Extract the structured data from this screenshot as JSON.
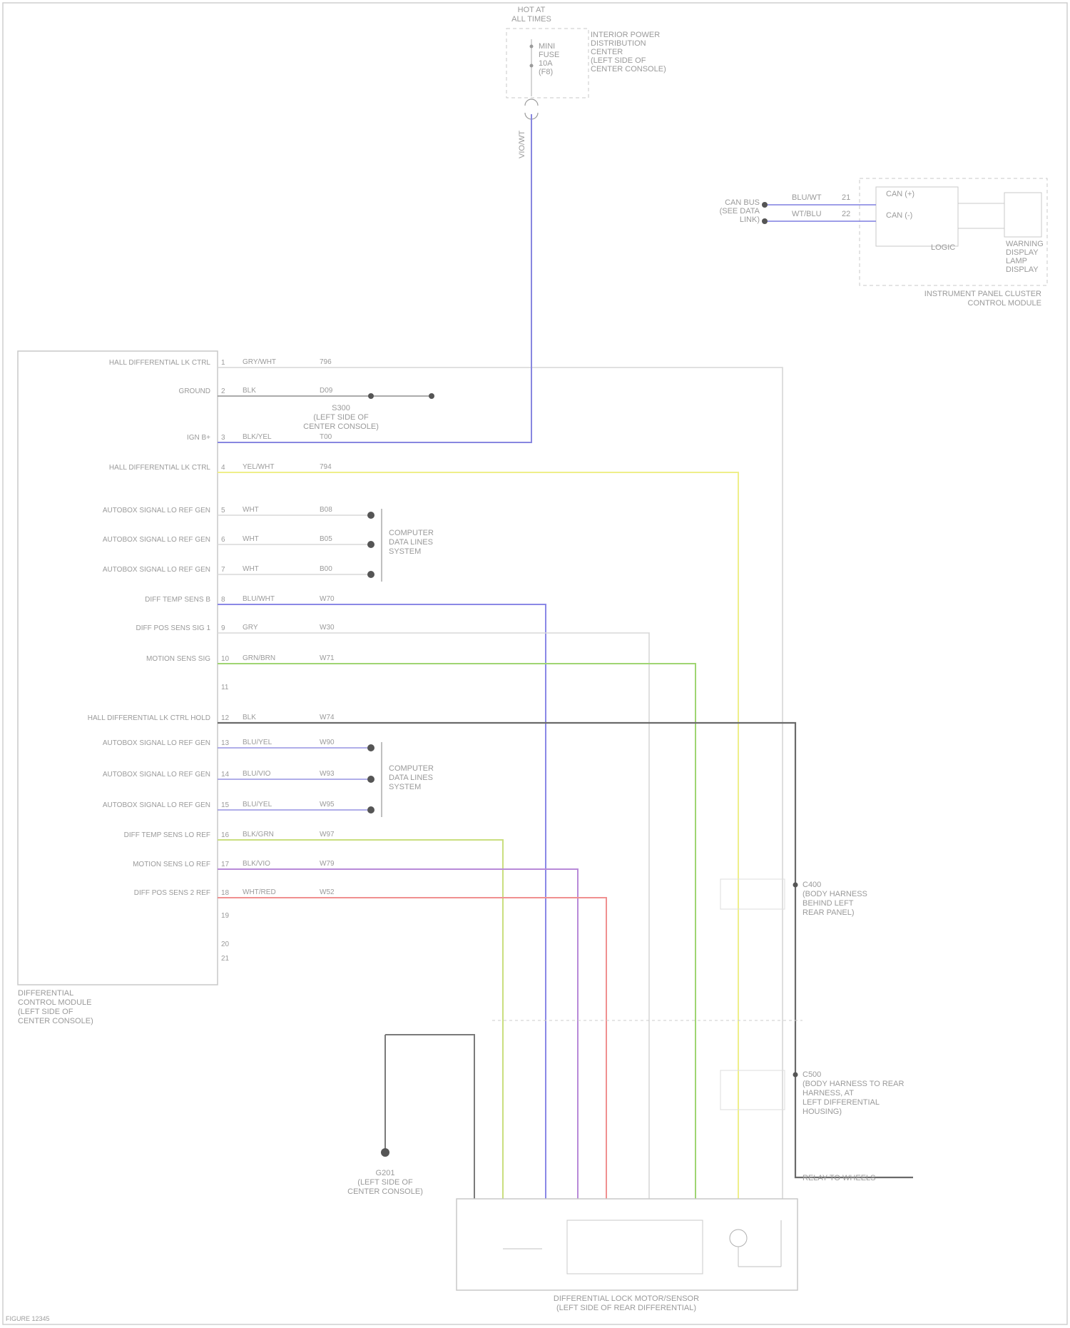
{
  "colors": {
    "frame": "#c9c9c9",
    "text": "#9a9a9a",
    "wire_gray": "#d0d0d0",
    "wire_violet": "#7f7ee0",
    "wire_yellow": "#eeee88",
    "wire_green": "#9bd46e",
    "wire_ygreen": "#c8dd7a",
    "wire_black": "#6e6e6e",
    "wire_purple": "#b487d8",
    "wire_red": "#ef8d8d",
    "wire_light": "#e0e0e0"
  },
  "fuse_block": {
    "title_lines": [
      "HOT AT",
      "ALL TIMES"
    ],
    "fuse_lines": [
      "MINI",
      "FUSE",
      "10A",
      "(F8)"
    ],
    "desc_lines": [
      "INTERIOR POWER",
      "DISTRIBUTION",
      "CENTER",
      "(LEFT SIDE OF",
      "CENTER CONSOLE)"
    ],
    "wire_color": "VIO/WT"
  },
  "cluster": {
    "bus_label_lines": [
      "CAN BUS",
      "(SEE DATA",
      "LINK)"
    ],
    "wires": [
      "BLU/WT",
      "WT/BLU"
    ],
    "pins": [
      "21",
      "22"
    ],
    "inner_lines": [
      "CAN (+)",
      "CAN (-)"
    ],
    "logic_label": "LOGIC",
    "display_lines": [
      "WARNING",
      "DISPLAY",
      "LAMP",
      "DISPLAY"
    ],
    "module_lines": [
      "INSTRUMENT PANEL CLUSTER",
      "CONTROL MODULE"
    ]
  },
  "module": {
    "name_lines": [
      "DIFFERENTIAL",
      "CONTROL MODULE",
      "(LEFT SIDE OF",
      "CENTER CONSOLE)"
    ],
    "pins": [
      {
        "label": "HALL DIFFERENTIAL LK CTRL",
        "pin": "1",
        "color": "GRY/WHT",
        "code": "796"
      },
      {
        "label": "GROUND",
        "pin": "2",
        "color": "BLK",
        "code": "D09"
      },
      {
        "label": "IGN B+",
        "pin": "3",
        "color": "BLK/YEL",
        "code": "T00"
      },
      {
        "label": "HALL DIFFERENTIAL LK CTRL",
        "pin": "4",
        "color": "YEL/WHT",
        "code": "794"
      },
      {
        "label": "AUTOBOX SIGNAL LO REF GEN",
        "pin": "5",
        "color": "WHT",
        "code": "B08"
      },
      {
        "label": "AUTOBOX SIGNAL LO REF GEN",
        "pin": "6",
        "color": "WHT",
        "code": "B05"
      },
      {
        "label": "AUTOBOX SIGNAL LO REF GEN",
        "pin": "7",
        "color": "WHT",
        "code": "B00"
      },
      {
        "label": "DIFF TEMP SENS B",
        "pin": "8",
        "color": "BLU/WHT",
        "code": "W70"
      },
      {
        "label": "DIFF POS SENS SIG 1",
        "pin": "9",
        "color": "GRY",
        "code": "W30"
      },
      {
        "label": "MOTION SENS SIG",
        "pin": "10",
        "color": "GRN/BRN",
        "code": "W71"
      },
      {
        "label": "",
        "pin": "11",
        "color": "",
        "code": ""
      },
      {
        "label": "HALL DIFFERENTIAL LK CTRL HOLD",
        "pin": "12",
        "color": "BLK",
        "code": "W74"
      },
      {
        "label": "AUTOBOX SIGNAL LO REF GEN",
        "pin": "13",
        "color": "BLU/YEL",
        "code": "W90"
      },
      {
        "label": "AUTOBOX SIGNAL LO REF GEN",
        "pin": "14",
        "color": "BLU/VIO",
        "code": "W93"
      },
      {
        "label": "AUTOBOX SIGNAL LO REF GEN",
        "pin": "15",
        "color": "BLU/YEL",
        "code": "W95"
      },
      {
        "label": "DIFF TEMP SENS LO REF",
        "pin": "16",
        "color": "BLK/GRN",
        "code": "W97"
      },
      {
        "label": "MOTION SENS LO REF",
        "pin": "17",
        "color": "BLK/VIO",
        "code": "W79"
      },
      {
        "label": "DIFF POS SENS 2 REF",
        "pin": "18",
        "color": "WHT/RED",
        "code": "W52"
      },
      {
        "label": "",
        "pin": "19",
        "color": "",
        "code": ""
      },
      {
        "label": "",
        "pin": "20",
        "color": "",
        "code": ""
      },
      {
        "label": "",
        "pin": "21",
        "color": "",
        "code": ""
      }
    ]
  },
  "ground_label_lines": [
    "G201",
    "(LEFT SIDE OF",
    "CENTER CONSOLE)"
  ],
  "splice_label_lines": [
    "S300",
    "(LEFT SIDE OF",
    "CENTER CONSOLE)"
  ],
  "can_bus_1": [
    "COMPUTER",
    "DATA LINES",
    "SYSTEM"
  ],
  "can_bus_2": [
    "COMPUTER",
    "DATA LINES",
    "SYSTEM"
  ],
  "conn1_lines": [
    "C400",
    "(BODY HARNESS",
    "BEHIND LEFT",
    "REAR PANEL)"
  ],
  "conn2_lines": [
    "C500",
    "(BODY HARNESS TO REAR",
    "HARNESS, AT",
    "LEFT DIFFERENTIAL",
    "HOUSING)"
  ],
  "relay_label": "RELAY TO WHEELS",
  "actuator_lines": [
    "DIFFERENTIAL LOCK MOTOR/SENSOR",
    "(LEFT SIDE OF REAR DIFFERENTIAL)"
  ],
  "footer": "FIGURE 12345"
}
